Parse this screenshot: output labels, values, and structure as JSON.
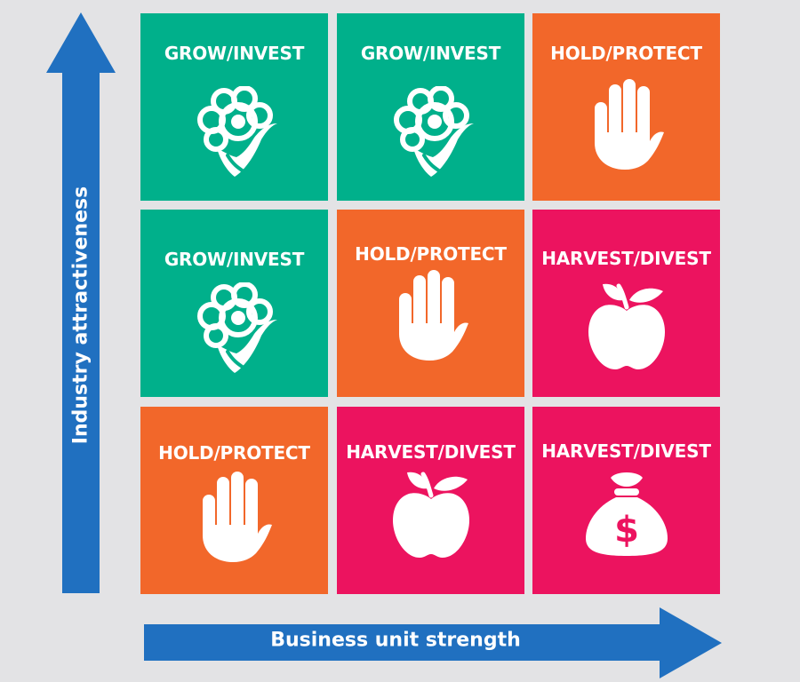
{
  "colors": {
    "grow": "#00b08b",
    "hold": "#f2672a",
    "harvest": "#ec135f",
    "axis": "#2070c0",
    "background": "#e3e3e5"
  },
  "axes": {
    "y_label": "Industry attractiveness",
    "x_label": "Business unit strength"
  },
  "grid": [
    [
      {
        "label": "GROW/INVEST",
        "category": "grow",
        "icon": "broccoli-icon"
      },
      {
        "label": "GROW/INVEST",
        "category": "grow",
        "icon": "broccoli-icon"
      },
      {
        "label": "HOLD/PROTECT",
        "category": "hold",
        "icon": "hand-icon"
      }
    ],
    [
      {
        "label": "GROW/INVEST",
        "category": "grow",
        "icon": "broccoli-icon"
      },
      {
        "label": "HOLD/PROTECT",
        "category": "hold",
        "icon": "hand-icon"
      },
      {
        "label": "HARVEST/DIVEST",
        "category": "harvest",
        "icon": "apple-icon"
      }
    ],
    [
      {
        "label": "HOLD/PROTECT",
        "category": "hold",
        "icon": "hand-icon"
      },
      {
        "label": "HARVEST/DIVEST",
        "category": "harvest",
        "icon": "apple-icon"
      },
      {
        "label": "HARVEST/DIVEST",
        "category": "harvest",
        "icon": "money-bag-icon"
      }
    ]
  ]
}
